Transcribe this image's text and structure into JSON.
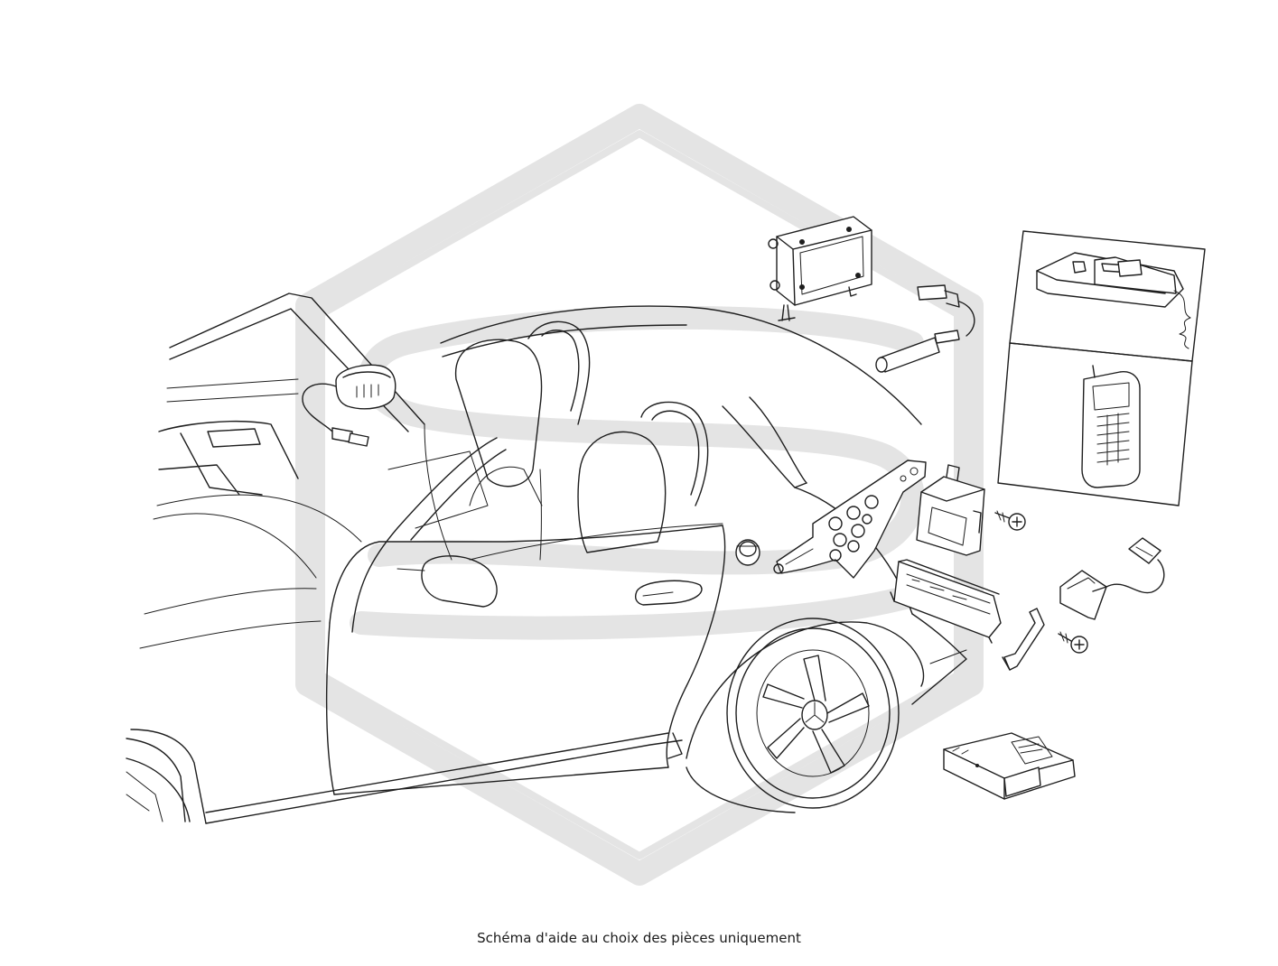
{
  "caption": "Schéma d'aide au choix des pièces uniquement",
  "watermark": {
    "icon": "hexagon-s-logo-watermark-icon",
    "color": "#e4e4e4"
  },
  "line_color": "#1e1e1e",
  "components": [
    {
      "name": "car-body-drawing",
      "icon": "convertible-car-outline-icon"
    },
    {
      "name": "control-unit-box",
      "icon": "telephone-control-unit-icon"
    },
    {
      "name": "antenna-cable-adapter",
      "icon": "antenna-cable-icon"
    },
    {
      "name": "microphone-module",
      "icon": "microphone-icon"
    },
    {
      "name": "handset-cradle",
      "icon": "car-phone-handset-icon"
    },
    {
      "name": "mobile-phone",
      "icon": "mobile-phone-icon"
    },
    {
      "name": "mounting-bracket-plate",
      "icon": "bracket-plate-icon"
    },
    {
      "name": "phone-holder-frame",
      "icon": "holder-frame-icon"
    },
    {
      "name": "screw-top",
      "icon": "screw-icon"
    },
    {
      "name": "screw-bottom",
      "icon": "screw-icon"
    },
    {
      "name": "grommet-clip",
      "icon": "grommet-icon"
    },
    {
      "name": "holder-tray",
      "icon": "tray-icon"
    },
    {
      "name": "retaining-clip",
      "icon": "clip-icon"
    },
    {
      "name": "cable-connector",
      "icon": "connector-cable-icon"
    },
    {
      "name": "electronic-module",
      "icon": "electronic-module-icon"
    }
  ]
}
